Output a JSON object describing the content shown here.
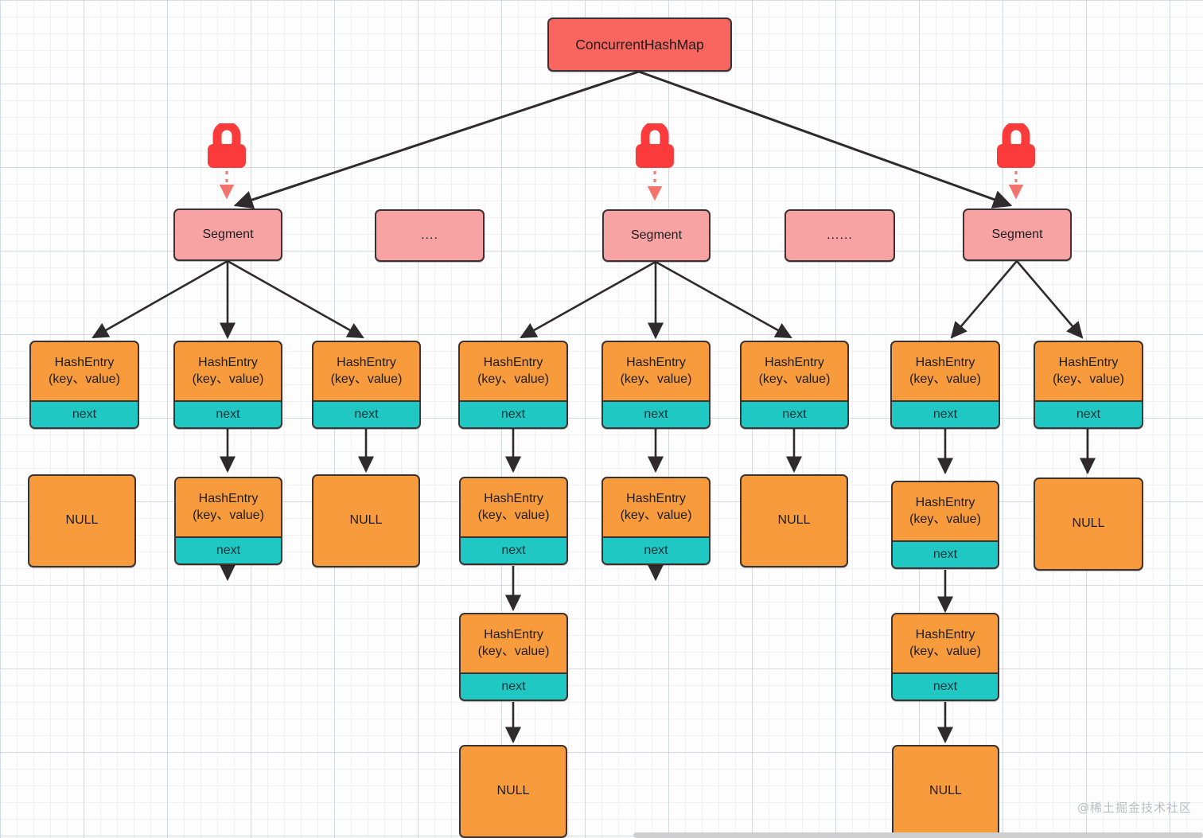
{
  "diagram": {
    "title": "ConcurrentHashMap",
    "watermark": "@稀土掘金技术社区",
    "colors": {
      "root_fill": "#f8665f",
      "segment_fill": "#f8a3a3",
      "entry_fill": "#f79b3c",
      "next_fill": "#1fc8c3",
      "null_fill": "#f79b3c",
      "stroke": "#3b3234",
      "lock": "#fb3b3b",
      "grid": "#cdd4da"
    },
    "labels": {
      "segment": "Segment",
      "hashentry_line1": "HashEntry",
      "hashentry_line2": "(key、value)",
      "next": "next",
      "null": "NULL",
      "dots_short": "....",
      "dots_long": "......"
    },
    "icons": {
      "lock": "padlock-icon"
    }
  },
  "nodes": {
    "root": {
      "label": "ConcurrentHashMap"
    },
    "segments": [
      {
        "label": "Segment",
        "locked": true
      },
      {
        "label": "....",
        "locked": false
      },
      {
        "label": "Segment",
        "locked": true
      },
      {
        "label": "......",
        "locked": false
      },
      {
        "label": "Segment",
        "locked": true
      }
    ],
    "chains": [
      {
        "column": 1,
        "items": [
          {
            "type": "entry",
            "line1": "HashEntry",
            "line2": "(key、value)",
            "next": "next"
          },
          {
            "type": "null",
            "line1": "NULL"
          }
        ]
      },
      {
        "column": 2,
        "items": [
          {
            "type": "entry",
            "line1": "HashEntry",
            "line2": "(key、value)",
            "next": "next"
          },
          {
            "type": "entry",
            "line1": "HashEntry",
            "line2": "(key、value)",
            "next": "next"
          }
        ]
      },
      {
        "column": 3,
        "items": [
          {
            "type": "entry",
            "line1": "HashEntry",
            "line2": "(key、value)",
            "next": "next"
          },
          {
            "type": "null",
            "line1": "NULL"
          }
        ]
      },
      {
        "column": 4,
        "items": [
          {
            "type": "entry",
            "line1": "HashEntry",
            "line2": "(key、value)",
            "next": "next"
          },
          {
            "type": "entry",
            "line1": "HashEntry",
            "line2": "(key、value)",
            "next": "next"
          },
          {
            "type": "entry",
            "line1": "HashEntry",
            "line2": "(key、value)",
            "next": "next"
          },
          {
            "type": "null",
            "line1": "NULL"
          }
        ]
      },
      {
        "column": 5,
        "items": [
          {
            "type": "entry",
            "line1": "HashEntry",
            "line2": "(key、value)",
            "next": "next"
          },
          {
            "type": "entry",
            "line1": "HashEntry",
            "line2": "(key、value)",
            "next": "next"
          }
        ]
      },
      {
        "column": 6,
        "items": [
          {
            "type": "entry",
            "line1": "HashEntry",
            "line2": "(key、value)",
            "next": "next"
          },
          {
            "type": "null",
            "line1": "NULL"
          }
        ]
      },
      {
        "column": 7,
        "items": [
          {
            "type": "entry",
            "line1": "HashEntry",
            "line2": "(key、value)",
            "next": "next"
          },
          {
            "type": "entry",
            "line1": "HashEntry",
            "line2": "(key、value)",
            "next": "next"
          },
          {
            "type": "entry",
            "line1": "HashEntry",
            "line2": "(key、value)",
            "next": "next"
          },
          {
            "type": "null",
            "line1": "NULL"
          }
        ]
      },
      {
        "column": 8,
        "items": [
          {
            "type": "entry",
            "line1": "HashEntry",
            "line2": "(key、value)",
            "next": "next"
          },
          {
            "type": "null",
            "line1": "NULL"
          }
        ]
      }
    ]
  }
}
